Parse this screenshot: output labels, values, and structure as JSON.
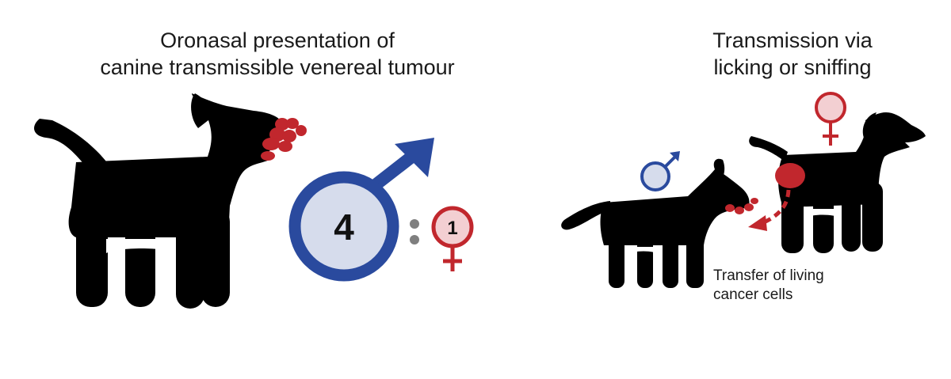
{
  "left_panel": {
    "title_line1": "Oronasal presentation of",
    "title_line2": "canine transmissible venereal tumour",
    "ratio": {
      "male": "4",
      "female": "1"
    }
  },
  "right_panel": {
    "title_line1": "Transmission via",
    "title_line2": "licking or sniffing",
    "caption_line1": "Transfer of living",
    "caption_line2": "cancer cells"
  },
  "colors": {
    "dog": "#000000",
    "tumour": "#c1272d",
    "male_ring": "#2a4a9e",
    "male_fill": "#d6dcec",
    "female_ring": "#c1272d",
    "female_fill": "#f3cfd2",
    "dots": "#7f7f7f"
  },
  "icons": [
    "dog-silhouette",
    "male-symbol",
    "female-symbol",
    "tumour-cluster",
    "dashed-arrow"
  ]
}
